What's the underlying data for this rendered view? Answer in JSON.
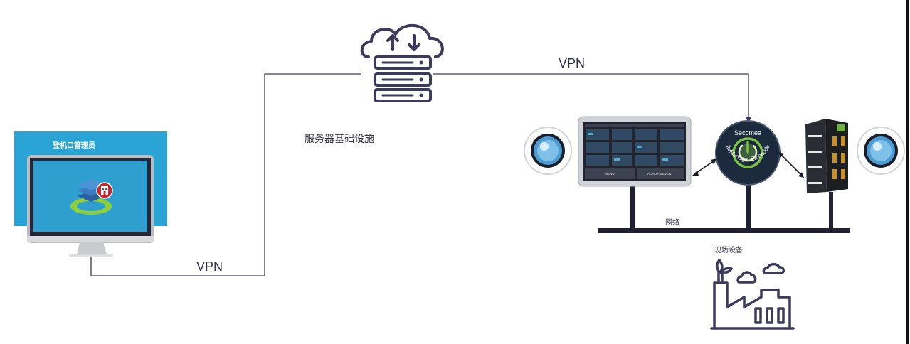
{
  "labels": {
    "vpn_left": "VPN",
    "vpn_top": "VPN",
    "server_infra": "服务器基础设施",
    "login_admin": "登机口管理员",
    "network": "网络",
    "field_devices": "现场设备",
    "hmi_menu": "MENU",
    "hmi_alarm": "ALARM & EVENT",
    "secomea_brand": "Secomea",
    "secomea_product": "SiteManager Embedded"
  },
  "colors": {
    "line": "#3d3a5c",
    "monitor_screen": "#2aa3d5",
    "dark_navy": "#1b2a3d",
    "icon_stroke": "#3d3a5c",
    "power_green": "#7ac143"
  },
  "icons": {
    "cloud_server": "cloud-server-icon",
    "factory": "factory-icon",
    "monitor": "monitor-icon",
    "button": "camera-lens-icon",
    "secomea_power": "power-icon"
  }
}
